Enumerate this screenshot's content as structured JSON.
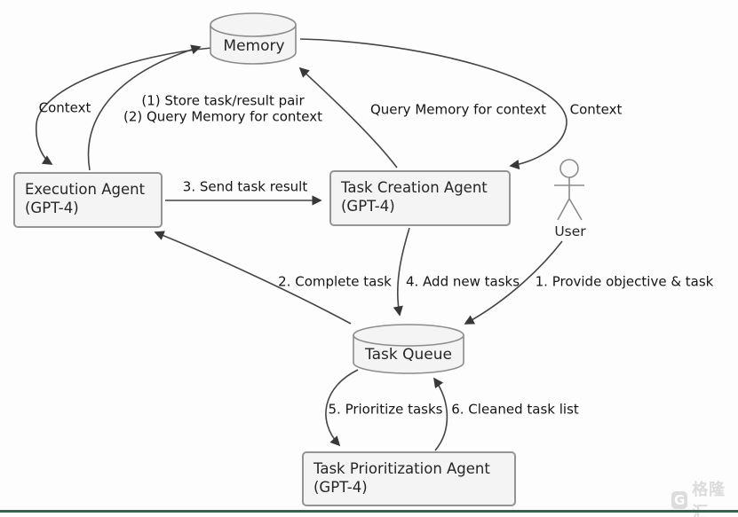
{
  "nodes": {
    "memory": {
      "label": "Memory",
      "shape": "cylinder"
    },
    "execution_agent": {
      "title": "Execution Agent",
      "subtitle": "(GPT-4)",
      "shape": "box"
    },
    "task_creation_agent": {
      "title": "Task Creation Agent",
      "subtitle": "(GPT-4)",
      "shape": "box"
    },
    "task_queue": {
      "label": "Task Queue",
      "shape": "cylinder"
    },
    "task_prioritization_agent": {
      "title": "Task Prioritization Agent",
      "subtitle": "(GPT-4)",
      "shape": "box"
    },
    "user": {
      "label": "User",
      "shape": "stick-figure"
    }
  },
  "edges": {
    "context_left": {
      "label": "Context",
      "from": "memory",
      "to": "execution_agent"
    },
    "store_and_query": {
      "label_line1": "(1) Store task/result pair",
      "label_line2": "(2) Query Memory for context",
      "from": "execution_agent",
      "to": "memory"
    },
    "query_memory": {
      "label": "Query Memory for context",
      "from": "task_creation_agent",
      "to": "memory"
    },
    "context_right": {
      "label": "Context",
      "from": "memory",
      "to": "task_creation_agent"
    },
    "send_task_result": {
      "label": "3. Send task result",
      "from": "execution_agent",
      "to": "task_creation_agent"
    },
    "complete_task": {
      "label": "2. Complete task",
      "from": "task_queue",
      "to": "execution_agent"
    },
    "add_new_tasks": {
      "label": "4. Add new tasks",
      "from": "task_creation_agent",
      "to": "task_queue"
    },
    "provide_objective": {
      "label": "1. Provide objective & task",
      "from": "user",
      "to": "task_queue"
    },
    "prioritize_tasks": {
      "label": "5. Prioritize tasks",
      "from": "task_queue",
      "to": "task_prioritization_agent"
    },
    "cleaned_task_list": {
      "label": "6. Cleaned task list",
      "from": "task_prioritization_agent",
      "to": "task_queue"
    }
  },
  "watermark": {
    "logo_letter": "G",
    "brand": "格隆汇"
  },
  "colors": {
    "node_fill": "#f4f4f4",
    "node_border": "#949494",
    "edge": "#454545",
    "arrowhead": "#383838",
    "text": "#1a1a1a",
    "accent_bar": "#2f6849",
    "watermark": "#dcdcdc"
  }
}
